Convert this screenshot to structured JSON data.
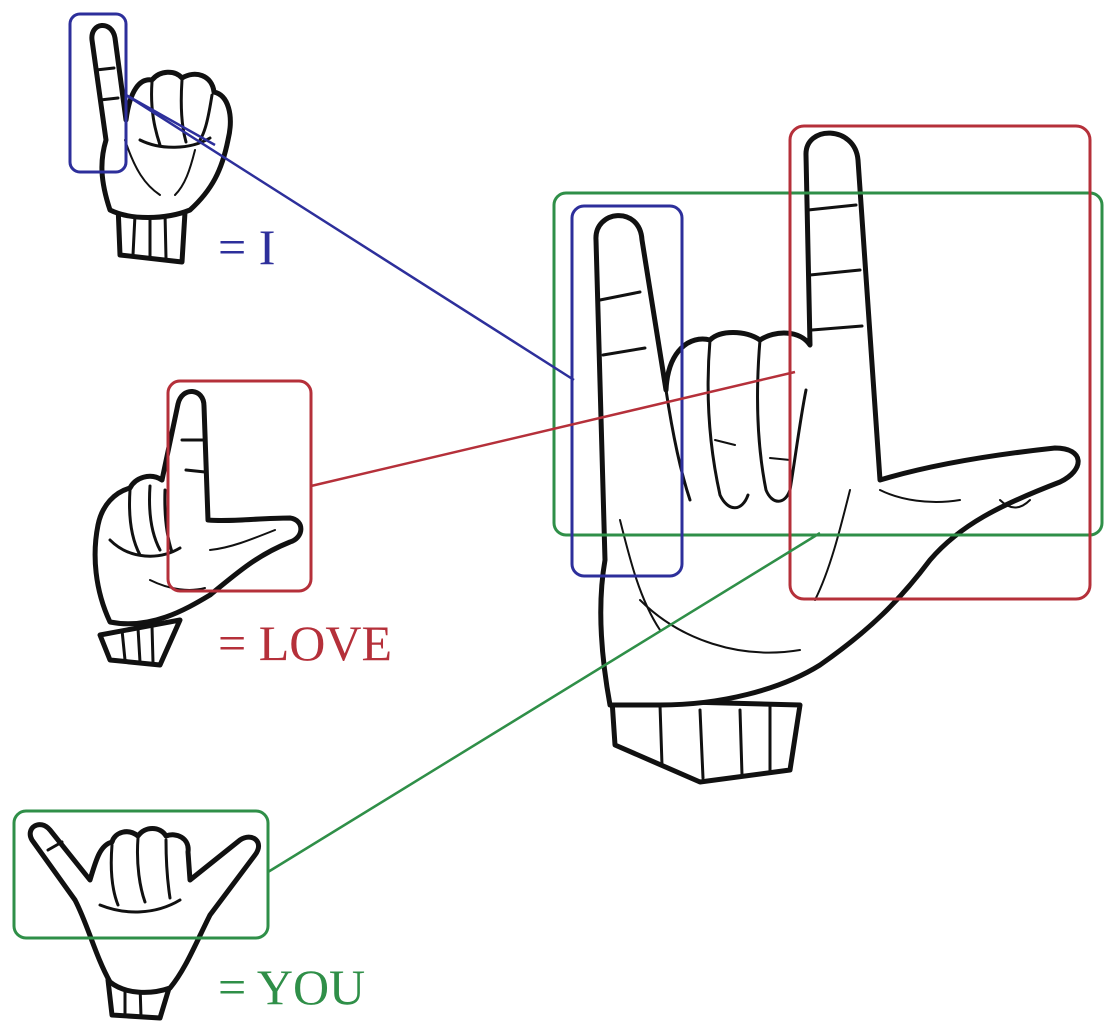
{
  "colors": {
    "i": "#2d2f9b",
    "love": "#b5303a",
    "you": "#2f8f48",
    "ink": "#111111"
  },
  "signs": {
    "i": {
      "label": "= I",
      "icon": "asl-i-hand-icon"
    },
    "love": {
      "label": "= LOVE",
      "icon": "asl-love-hand-icon"
    },
    "you": {
      "label": "= YOU",
      "icon": "asl-you-hand-icon"
    }
  },
  "combined": {
    "icon": "asl-i-love-you-hand-icon"
  }
}
